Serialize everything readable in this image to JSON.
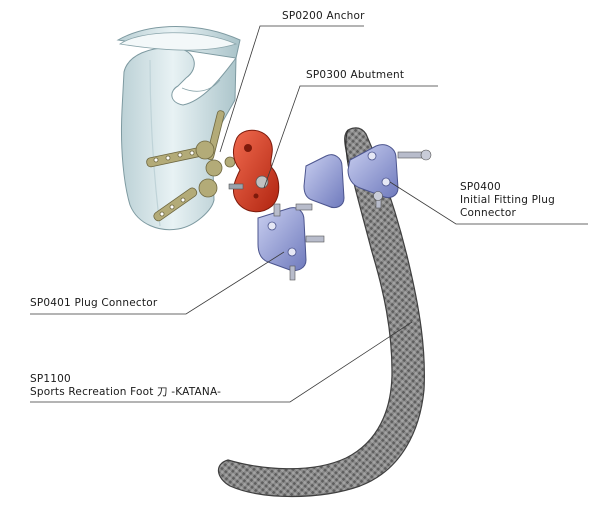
{
  "parts": {
    "anchor": {
      "code": "SP0200",
      "name": "Anchor"
    },
    "abutment": {
      "code": "SP0300",
      "name": "Abutment"
    },
    "initial_fitting": {
      "code": "SP0400",
      "name_line1": "Initial Fitting Plug",
      "name_line2": "Connector"
    },
    "plug_connector": {
      "code": "SP0401",
      "name": "Plug Connector"
    },
    "foot": {
      "code": "SP1100",
      "name": "Sports Recreation Foot  刀  -KATANA-"
    }
  },
  "colors": {
    "socket": "#d5e6ea",
    "anchor_metal": "#b3ab78",
    "abutment": "#d8361e",
    "connector": "#8f99d2",
    "carbon": "#7b7b7b",
    "leader_line": "#3a3a3a"
  }
}
